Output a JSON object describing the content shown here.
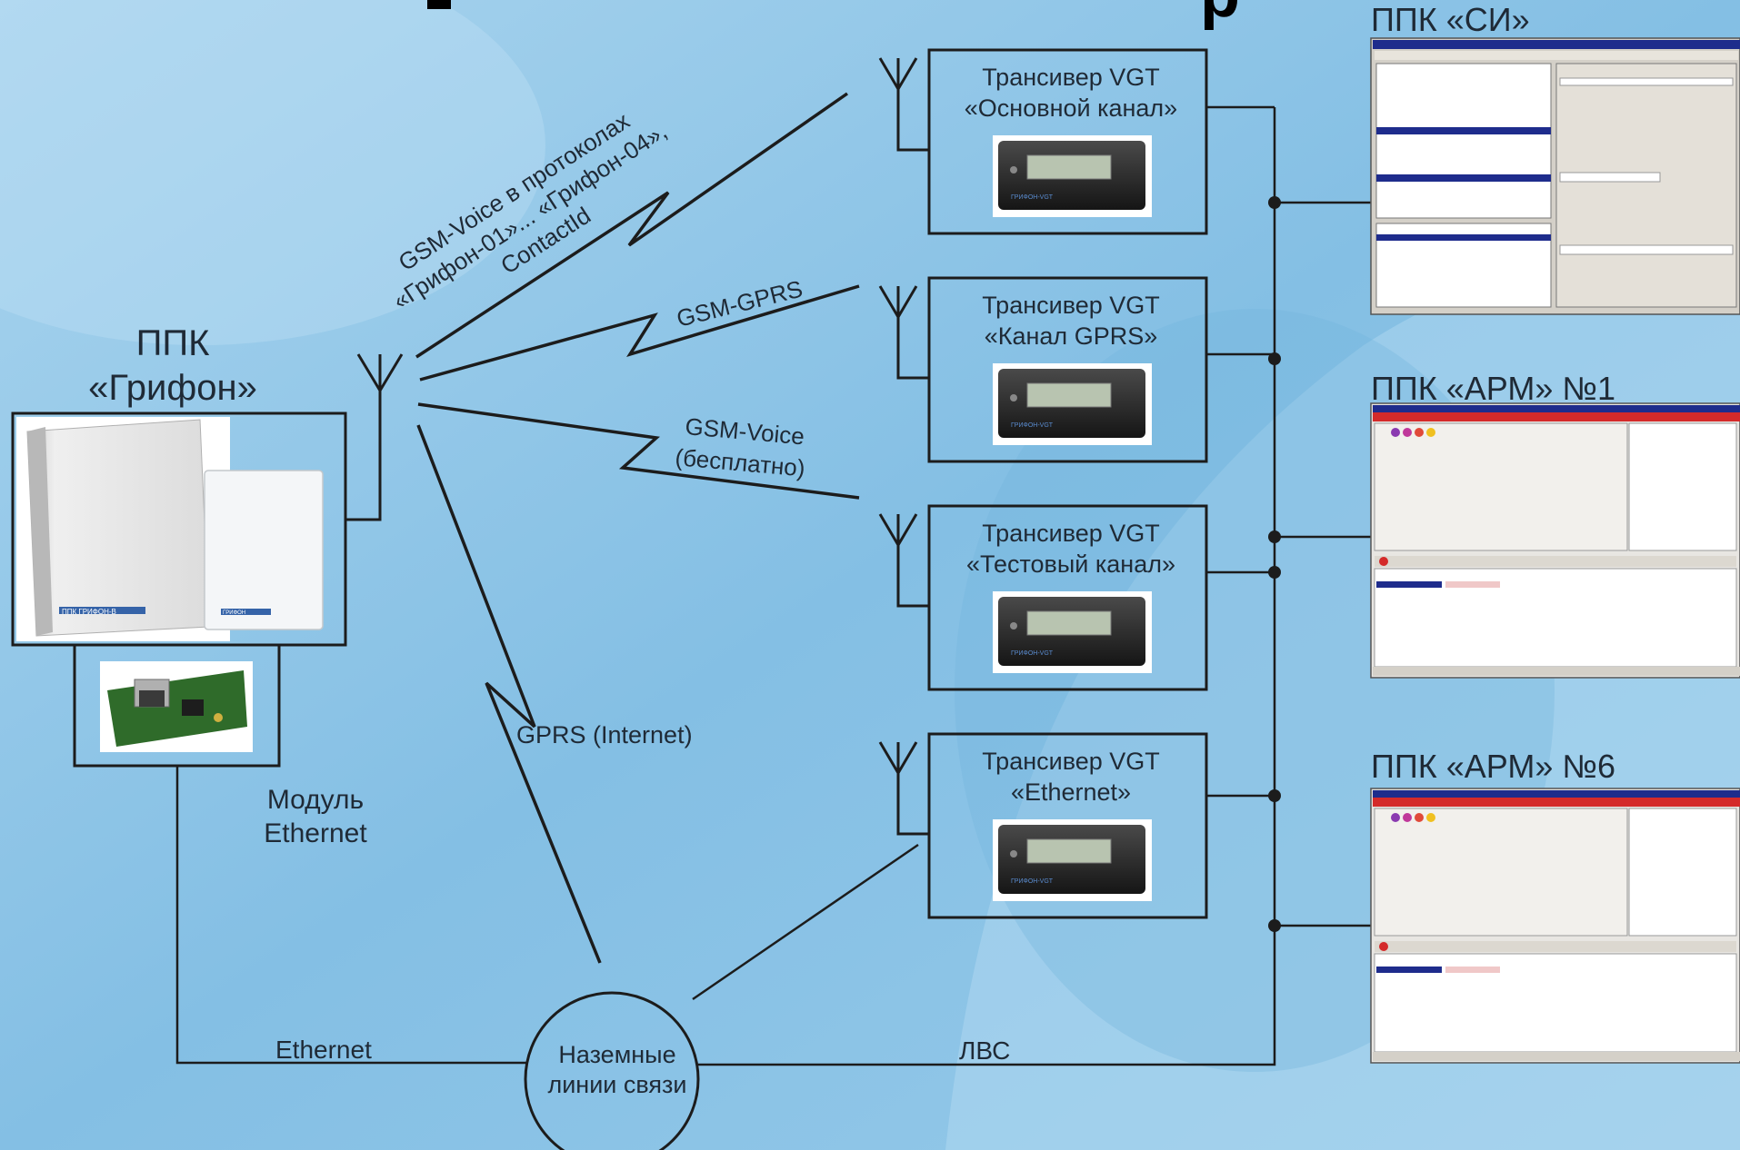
{
  "top_title_fragment": "р",
  "ppk_grifon": {
    "line1": "ППК",
    "line2": "«Грифон»"
  },
  "module": {
    "line1": "Модуль",
    "line2": "Ethernet"
  },
  "device_brand_big": "ППК ГРИФОН-В",
  "device_brand_small": "ГРИФОН",
  "transceivers": [
    {
      "line1": "Трансивер VGT",
      "line2": "«Основной канал»",
      "brand": "ГРИФОН-VGT"
    },
    {
      "line1": "Трансивер VGT",
      "line2": "«Канал GPRS»",
      "brand": "ГРИФОН-VGT"
    },
    {
      "line1": "Трансивер VGT",
      "line2": "«Тестовый канал»",
      "brand": "ГРИФОН-VGT"
    },
    {
      "line1": "Трансивер VGT",
      "line2": "«Ethernet»",
      "brand": "ГРИФОН-VGT"
    }
  ],
  "links": {
    "gsm_voice_protocols": {
      "line1": "GSM-Voice в протоколах",
      "line2": "«Грифон-01»... «Грифон-04»,",
      "line3": "ContactId"
    },
    "gsm_gprs": "GSM-GPRS",
    "gsm_voice_free": {
      "line1": "GSM-Voice",
      "line2": "(бесплатно)"
    },
    "gprs_internet": "GPRS (Internet)",
    "ethernet": "Ethernet",
    "lvs": "ЛВС"
  },
  "landlines": {
    "line1": "Наземные",
    "line2": "линии связи"
  },
  "stations": [
    {
      "title": "ППК «СИ»"
    },
    {
      "title": "ППК «АРМ» №1"
    },
    {
      "title": "ППК «АРМ» №6"
    }
  ],
  "colors": {
    "background": "#8fc4e6",
    "line": "#1c1c1c",
    "screen_red": "#d42a2a",
    "screen_blue": "#1e2c8c"
  }
}
